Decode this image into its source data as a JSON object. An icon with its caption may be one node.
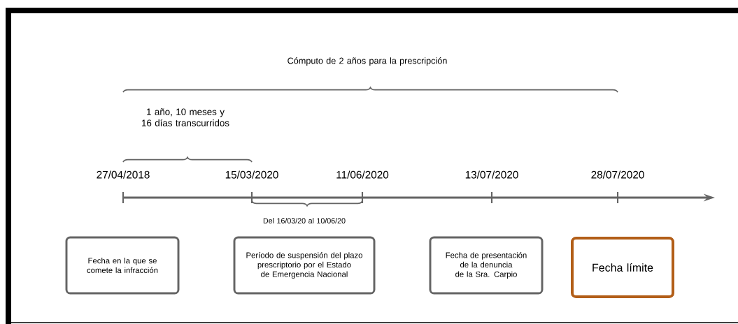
{
  "diagram": {
    "nodes": [
      {
        "text": [
          "Fecha en la que se comete la infracción"
        ]
      },
      {
        "text": [
          "Período de suspensión del plazo prescriptorio por el Estado de Emergencia Nacional"
        ]
      },
      {
        "text": [
          "Fecha de presentación de la denuncia de la Sra. Carpio"
        ]
      },
      {
        "text": [
          "Fecha límite"
        ]
      }
    ],
    "edges": [],
    "labels": [
      "Cómputo de 2 años para la prescripción",
      "1 año, 10 meses y 16 días transcurridos",
      "27/04/2018",
      "15/03/2020",
      "11/06/2020",
      "13/07/2020",
      "28/07/2020",
      "Del 16/03/20 al 10/06/20"
    ]
  }
}
